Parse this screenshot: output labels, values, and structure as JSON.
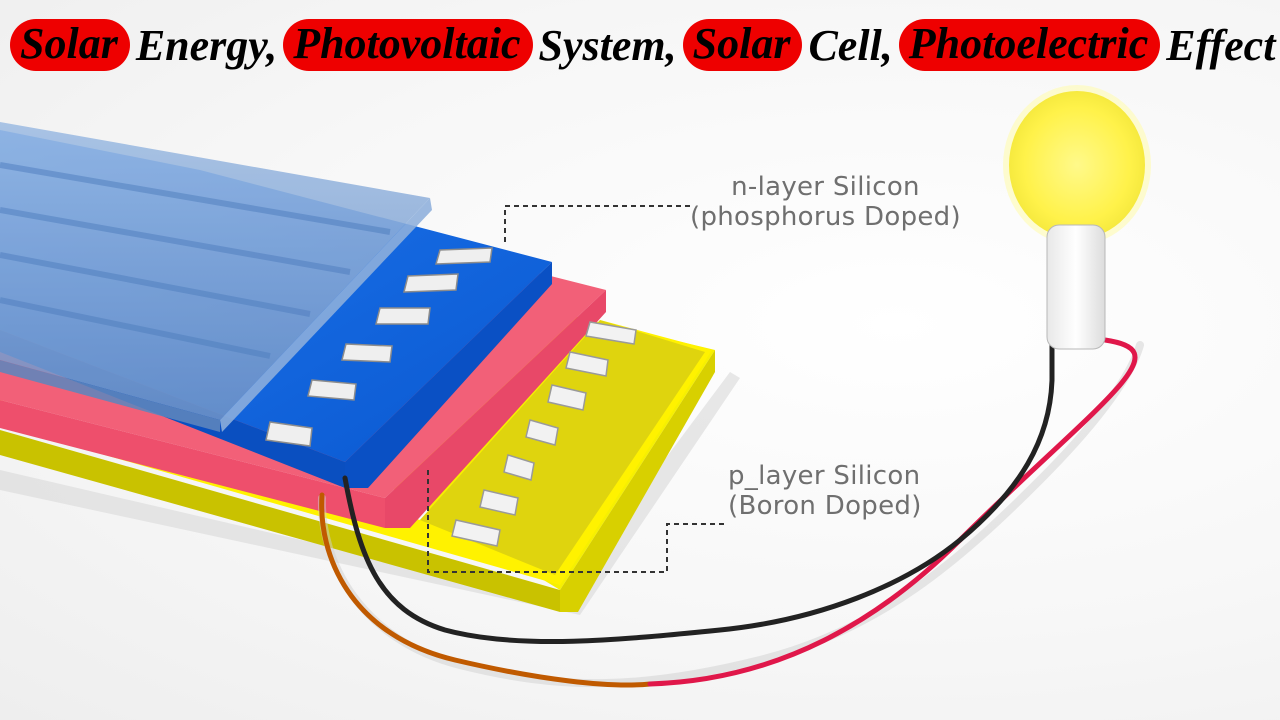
{
  "title": {
    "segments": [
      {
        "text": "Solar",
        "highlight": true
      },
      {
        "text": "Energy,",
        "highlight": false
      },
      {
        "text": "Photovoltaic",
        "highlight": true
      },
      {
        "text": "System,",
        "highlight": false
      },
      {
        "text": "Solar",
        "highlight": true
      },
      {
        "text": "Cell,",
        "highlight": false
      },
      {
        "text": "Photoelectric",
        "highlight": true
      },
      {
        "text": "Effect",
        "highlight": false
      }
    ],
    "highlight_color": "#ee0000"
  },
  "labels": {
    "n_layer": {
      "line1": "n-layer Silicon",
      "line2": "(phosphorus Doped)"
    },
    "p_layer": {
      "line1": "p_layer Silicon",
      "line2": "(Boron Doped)"
    }
  },
  "colors": {
    "glass": "#7fa6d6",
    "n_layer": "#0a63e0",
    "junction": "#f0506e",
    "p_layer": "#f7f000",
    "contacts": "#e8e8e8",
    "bulb": "#fff45a",
    "wire_negative": "#222222",
    "wire_positive": "#e0174a",
    "wire_copper": "#c05a00"
  }
}
